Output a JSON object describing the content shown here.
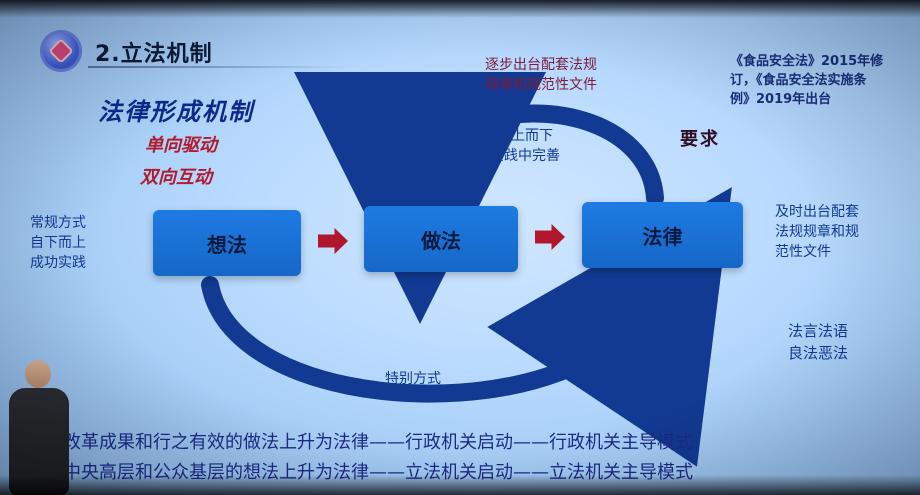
{
  "slide": {
    "title": "2.立法机制",
    "law_formation": "法律形成机制",
    "one_way": "单向驱动",
    "two_way": "双向互动",
    "conventional": [
      "常规方式",
      "自下而上",
      "成功实践"
    ],
    "top_note": [
      "逐步出台配套法规",
      "规章和规范性文件"
    ],
    "right_note": [
      "《食品安全法》2015年修",
      "订，《食品安全法实施条",
      "例》2019年出台"
    ],
    "requirement": "要求",
    "top_down": [
      "自上而下",
      "实践中完善"
    ],
    "boxes": [
      "想法",
      "做法",
      "法律"
    ],
    "timely": [
      "及时出台配套",
      "法规规章和规",
      "范性文件"
    ],
    "law_language": [
      "法言法语",
      "良法恶法"
    ],
    "special_way": "特别方式",
    "bottom_lines": [
      "将改革成果和行之有效的做法上升为法律——行政机关启动——行政机关主导模式",
      "将中央高层和公众基层的想法上升为法律——立法机关启动——立法机关主导模式"
    ]
  },
  "icons": {
    "logo": "emblem-logo",
    "arrow1": "right-arrow-icon",
    "arrow2": "right-arrow-icon",
    "curve_top": "curved-arrow-icon",
    "curve_bottom": "curved-arrow-icon"
  },
  "colors": {
    "box": "#1e7be3",
    "arrow": "#b0172d",
    "curve": "#123a92",
    "text_blue": "#123a92",
    "text_red": "#b01b2e"
  }
}
